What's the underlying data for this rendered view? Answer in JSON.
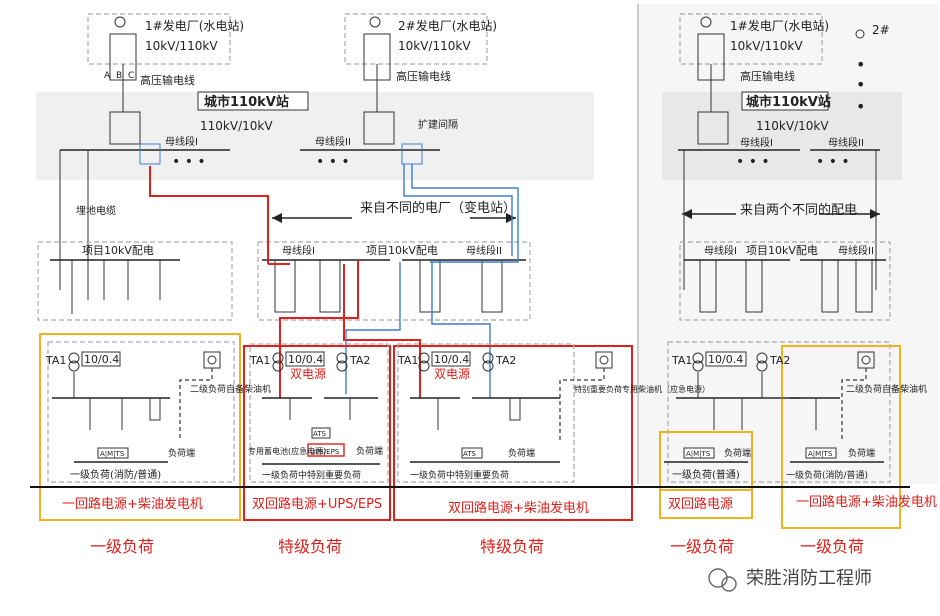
{
  "left_panel": {
    "plant1": {
      "title": "1#发电厂(水电站)",
      "voltage": "10kV/110kV"
    },
    "plant2": {
      "title": "2#发电厂(水电站)",
      "voltage": "10kV/110kV"
    },
    "hv_line1": "高压输电线",
    "hv_line2": "高压输电线",
    "phases": [
      "A",
      "B",
      "C"
    ],
    "substation": {
      "title": "城市110kV站",
      "voltage": "110kV/10kV",
      "busbar1": "母线段I",
      "busbar2": "母线段II",
      "expansion": "扩建间隔"
    },
    "note_sources": "来自不同的电厂（变电站）",
    "buried_cable": "埋地电缆",
    "project_dist": {
      "title": "项目10kV配电",
      "bus1": "母线段I",
      "bus2": "母线段II"
    },
    "unit1": {
      "ta1": "TA1",
      "tr": "10/0.4",
      "gen_label": "二级负荷自备柴油机",
      "ats": "A|M|TS",
      "load_end": "负荷端",
      "load": "一级负荷(消防/普通)",
      "caption": "一回路电源+柴油发电机",
      "category": "一级负荷"
    },
    "unit2": {
      "ta1": "TA1",
      "tr1": "10/0.4",
      "ta2": "TA2",
      "dual": "双电源",
      "ats": "ATS",
      "ups": "UPS/EPS",
      "battery": "专用蓄电池(应急电源)",
      "load_end": "负荷端",
      "load": "一级负荷中特别重要负荷",
      "caption": "双回路电源+UPS/EPS",
      "category": "特级负荷"
    },
    "unit3": {
      "ta1": "TA1",
      "tr1": "10/0.4",
      "ta2": "TA2",
      "dual": "双电源",
      "gen_label": "特别重要负荷专用柴油机（应急电源）",
      "ats": "ATS",
      "load_end": "负荷端",
      "load": "一级负荷中特别重要负荷",
      "caption": "双回路电源+柴油发电机",
      "category": "特级负荷"
    }
  },
  "right_panel": {
    "plant1": {
      "title": "1#发电厂(水电站)",
      "voltage": "10kV/110kV"
    },
    "plant2_label": "2#",
    "hv_line": "高压输电线",
    "substation": {
      "title": "城市110kV站",
      "voltage": "110kV/10kV",
      "busbar1": "母线段I",
      "busbar2": "母线段II"
    },
    "note_sources": "来自两个不同的配电",
    "project_dist": {
      "title": "项目10kV配电",
      "bus1": "母线段I",
      "bus2": "母线段II"
    },
    "unit4": {
      "ta1": "TA1",
      "tr": "10/0.4",
      "ats": "A|M|TS",
      "load_end": "负荷端",
      "load": "一级负荷(普通)",
      "caption": "双回路电源",
      "category": "一级负荷"
    },
    "unit5": {
      "ta2": "TA2",
      "gen_label": "二级负荷自备柴油机",
      "ats": "A|M|TS",
      "load_end": "负荷端",
      "load": "一级负荷(消防/普通)",
      "caption": "一回路电源+柴油发电机",
      "category": "一级负荷"
    }
  },
  "watermark": "荣胜消防工程师",
  "colors": {
    "red": "#e0201c",
    "blue": "#3c7fd0",
    "yellow": "#f2b21b",
    "gray": "#aaaaaa"
  }
}
